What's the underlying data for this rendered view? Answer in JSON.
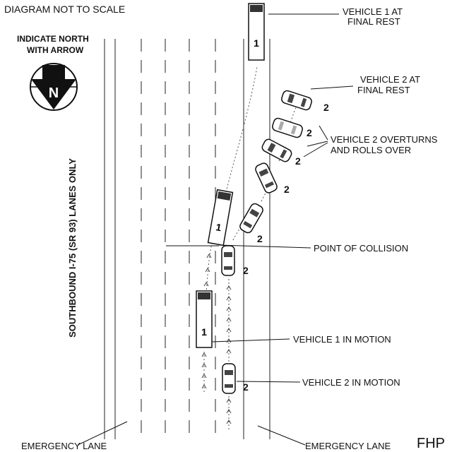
{
  "notes": {
    "scale": "DIAGRAM NOT TO SCALE",
    "north_line1": "INDICATE NORTH",
    "north_line2": "WITH ARROW",
    "north_letter": "N"
  },
  "road": {
    "name": "SOUTHBOUND I-75 (SR 93) LANES ONLY",
    "emergency_lane_left": "EMERGENCY LANE",
    "emergency_lane_right": "EMERGENCY LANE"
  },
  "callouts": {
    "v1_final_l1": "VEHICLE 1 AT",
    "v1_final_l2": "FINAL REST",
    "v2_final_l1": "VEHICLE 2 AT",
    "v2_final_l2": "FINAL REST",
    "v2_rolls_l1": "VEHICLE 2 OVERTURNS",
    "v2_rolls_l2": "AND ROLLS OVER",
    "collision": "POINT OF COLLISION",
    "v1_motion": "VEHICLE 1 IN MOTION",
    "v2_motion": "VEHICLE 2 IN MOTION"
  },
  "vehicle_labels": {
    "v1": "1",
    "v2": "2"
  },
  "agency": "FHP"
}
